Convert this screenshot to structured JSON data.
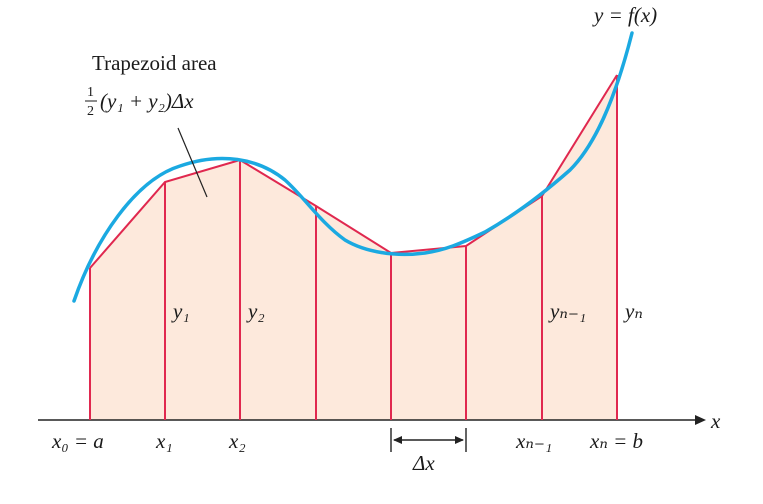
{
  "diagram": {
    "curve_label": "y = f(x)",
    "annotation": {
      "title": "Trapezoid area",
      "frac_num": "1",
      "frac_den": "2",
      "formula": "(y₁ + y₂)Δx"
    },
    "axis_label": "x",
    "height_labels": {
      "y1": "y₁",
      "y2": "y₂",
      "yn1": "yₙ₋₁",
      "yn": "yₙ"
    },
    "x_labels": {
      "x0": "x₀ = a",
      "x1": "x₁",
      "x2": "x₂",
      "xn1": "xₙ₋₁",
      "xn": "xₙ = b"
    },
    "delta_label": "Δx",
    "colors": {
      "curve": "#1ba9e1",
      "trapezoid_edges": "#e0284f",
      "fill": "#fde9dc",
      "axis": "#222222"
    }
  }
}
